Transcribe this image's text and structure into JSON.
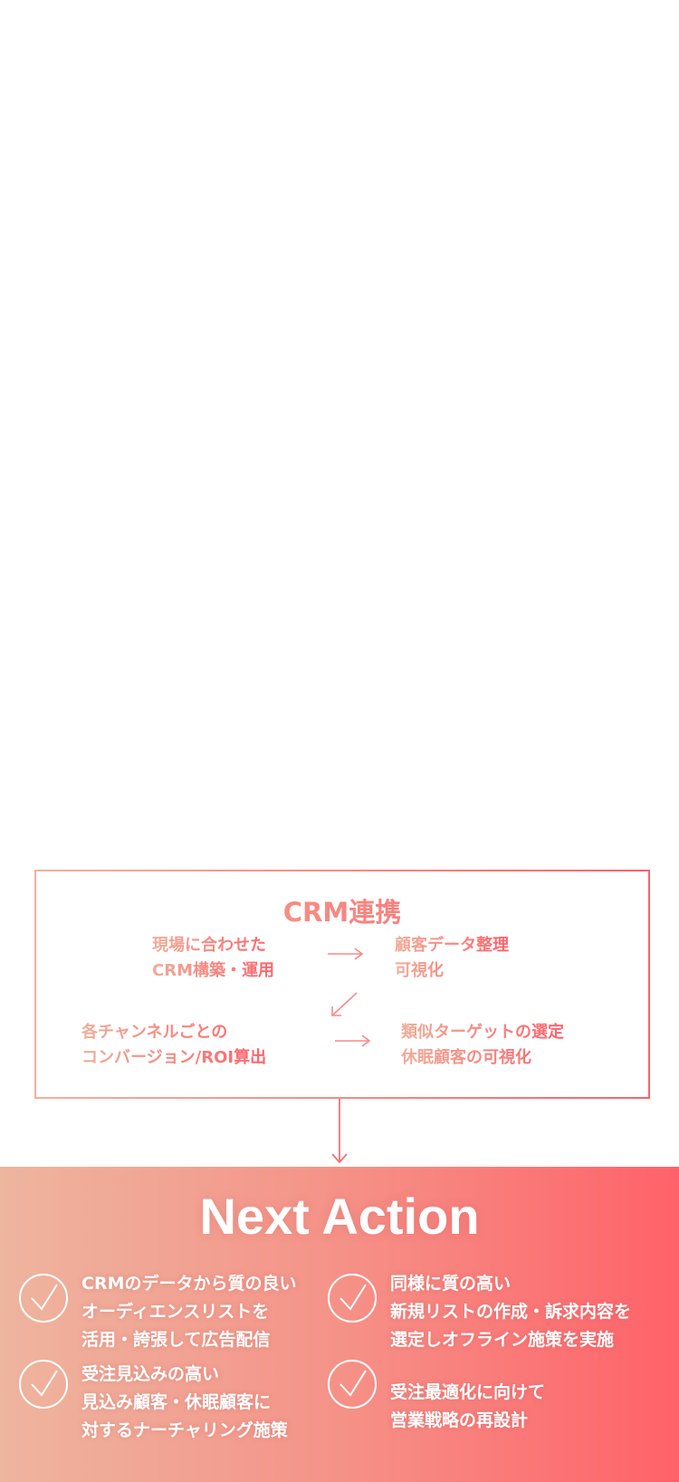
{
  "crm": {
    "title": "CRM連携",
    "steps": [
      {
        "lines": [
          "現場に合わせた",
          "CRM構築・運用"
        ]
      },
      {
        "lines": [
          "顧客データ整理",
          "可視化"
        ]
      },
      {
        "lines": [
          "各チャンネルごとの",
          "コンバージョン/ROI算出"
        ]
      },
      {
        "lines": [
          "類似ターゲットの選定",
          "休眠顧客の可視化"
        ]
      }
    ]
  },
  "next_action": {
    "title": "Next Action",
    "items": [
      {
        "lines": [
          "CRMのデータから質の良い",
          "オーディエンスリストを",
          "活用・誇張して広告配信"
        ]
      },
      {
        "lines": [
          "同様に質の高い",
          "新規リストの作成・訴求内容を",
          "選定しオフライン施策を実施"
        ]
      },
      {
        "lines": [
          "受注見込みの高い",
          "見込み顧客・休眠顧客に",
          "対するナーチャリング施策"
        ]
      },
      {
        "lines": [
          "受注最適化に向けて",
          "営業戦略の再設計"
        ]
      }
    ]
  },
  "colors": {
    "gradient_start": "#eeb59f",
    "gradient_end": "#ff6269"
  }
}
